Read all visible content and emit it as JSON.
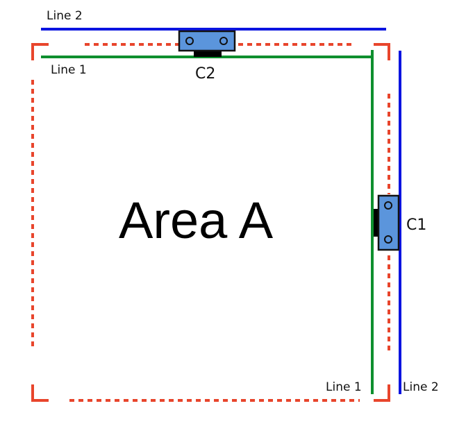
{
  "area": {
    "label": "Area A"
  },
  "lines": {
    "line1": {
      "label_top": "Line 1",
      "label_bottom": "Line 1"
    },
    "line2": {
      "label_top": "Line 2",
      "label_bottom": "Line 2"
    }
  },
  "cameras": {
    "c1": {
      "label": "C1"
    },
    "c2": {
      "label": "C2"
    }
  },
  "colors": {
    "boundary": "#e8452c",
    "line1": "#0e8f2e",
    "line2": "#0a14e0",
    "camera_body": "#5b95dc",
    "camera_outline": "#111111",
    "camera_lens": "#000000"
  }
}
